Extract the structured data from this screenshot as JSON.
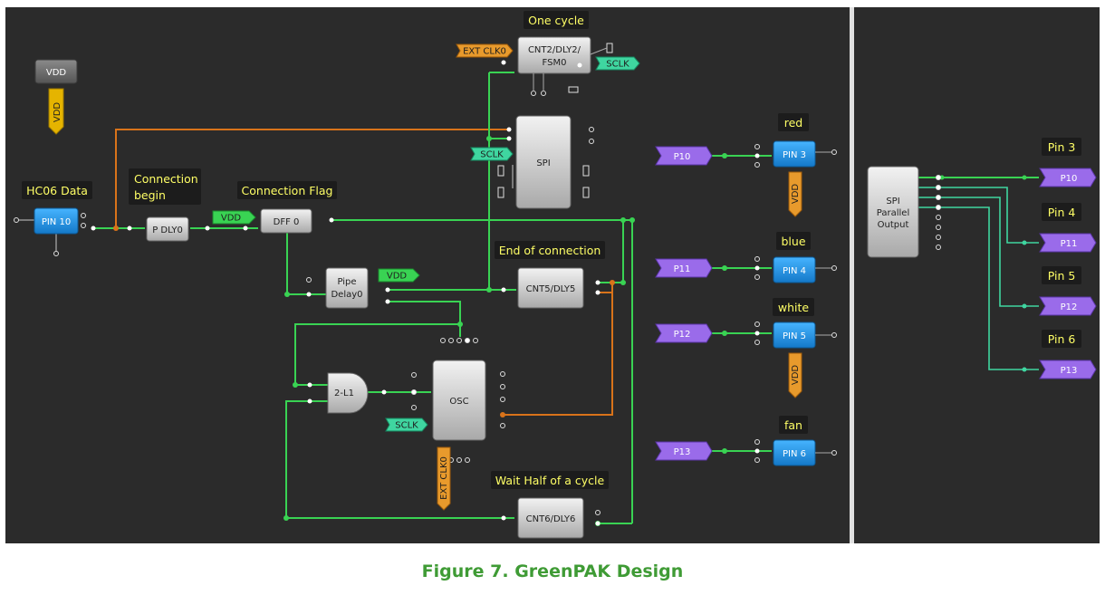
{
  "caption": "Figure 7. GreenPAK Design",
  "labels": {
    "one_cycle": "One cycle",
    "hc06_data": "HC06 Data",
    "connection_begin_1": "Connection",
    "connection_begin_2": "begin",
    "connection_flag": "Connection Flag",
    "end_of_connection": "End of connection",
    "wait_half_cycle": "Wait Half of a cycle",
    "red": "red",
    "blue": "blue",
    "white": "white",
    "fan": "fan",
    "pin3_title": "Pin 3",
    "pin4_title": "Pin 4",
    "pin5_title": "Pin 5",
    "pin6_title": "Pin 6"
  },
  "blocks": {
    "vdd_top": "VDD",
    "vdd_top_rail": "VDD",
    "pin10": "PIN 10",
    "pdly0": "P DLY0",
    "dff0": "DFF 0",
    "vdd_dff": "VDD",
    "pipe_1": "Pipe",
    "pipe_2": "Delay0",
    "vdd_pipe": "VDD",
    "cnt2_1": "CNT2/DLY2/",
    "cnt2_2": "FSM0",
    "ext_clk0_top": "EXT CLK0",
    "sclk_top": "SCLK",
    "spi": "SPI",
    "sclk_spi": "SCLK",
    "cnt5": "CNT5/DLY5",
    "and_gate": "2-L1",
    "osc": "OSC",
    "sclk_osc": "SCLK",
    "ext_clk0_osc": "EXT CLK0",
    "cnt6": "CNT6/DLY6",
    "p10_in": "P10",
    "p11_in": "P11",
    "p12_in": "P12",
    "p13_in": "P13",
    "pin3": "PIN 3",
    "pin4": "PIN 4",
    "pin5": "PIN 5",
    "pin6": "PIN 6",
    "vdd_pin3": "VDD",
    "vdd_pin5": "VDD",
    "spo_1": "SPI",
    "spo_2": "Parallel",
    "spo_3": "Output",
    "p10_out": "P10",
    "p11_out": "P11",
    "p12_out": "P12",
    "p13_out": "P13"
  },
  "colors": {
    "background": "#2b2b2b",
    "green_wire": "#39d353",
    "orange_wire": "#d9731a",
    "teal_wire": "#3fd6a0",
    "pin_blue": "#2b9ae8",
    "port_purple": "#9a6bea",
    "vdd_gold": "#e5b400",
    "caption_green": "#3f9b35"
  }
}
